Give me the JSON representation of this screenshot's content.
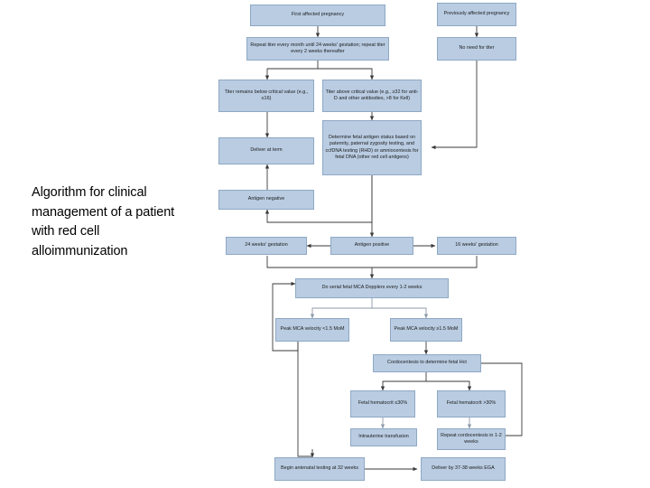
{
  "caption": {
    "text": "Algorithm for clinical management of a patient with red cell alloimmunization"
  },
  "theme": {
    "node_fill": "#b9cce2",
    "node_border": "#8fa8c4",
    "connector": "#3a3a3a",
    "connector_light": "#9aa7b4",
    "background": "#ffffff",
    "text": "#1b1b1b"
  },
  "diagram": {
    "title": "Algorithm for clinical management of a patient with red cell alloimmunization",
    "type": "flowchart",
    "nodes": [
      {
        "id": "first_affected",
        "label": "First affected pregnancy"
      },
      {
        "id": "prev_affected",
        "label": "Previously affected pregnancy"
      },
      {
        "id": "repeat_titer",
        "label": "Repeat titer every month until 24 weeks' gestation; repeat titer every 2 weeks thereafter"
      },
      {
        "id": "no_titer",
        "label": "No need for titer"
      },
      {
        "id": "titer_below",
        "label": "Titer remains below critical value (e.g., ≤16)"
      },
      {
        "id": "titer_above",
        "label": "Titer above critical value (e.g., ≥32 for anti-D and other antibodies, >8 for Kell)"
      },
      {
        "id": "determine_antigen",
        "label": "Determine fetal antigen status based on paternity, paternal zygosity testing, and ccfDNA testing (RHD) or amniocentesis for fetal DNA (other red cell antigens)"
      },
      {
        "id": "deliver_term",
        "label": "Deliver at term"
      },
      {
        "id": "antigen_negative",
        "label": "Antigen negative"
      },
      {
        "id": "weeks_24",
        "label": "24 weeks' gestation"
      },
      {
        "id": "antigen_positive",
        "label": "Antigen positive"
      },
      {
        "id": "weeks_16",
        "label": "16 weeks' gestation"
      },
      {
        "id": "serial_mca",
        "label": "Do serial fetal MCA Dopplers every 1-2 weeks"
      },
      {
        "id": "mca_low",
        "label": "Peak MCA velocity <1.5 MoM"
      },
      {
        "id": "mca_high",
        "label": "Peak MCA velocity ≥1.5 MoM"
      },
      {
        "id": "cordocentesis",
        "label": "Cordocentesis to determine fetal Hct"
      },
      {
        "id": "hct_low",
        "label": "Fetal hematocrit ≤30%"
      },
      {
        "id": "hct_high",
        "label": "Fetal hematocrit >30%"
      },
      {
        "id": "iut",
        "label": "Intrauterine transfusion"
      },
      {
        "id": "repeat_cordo",
        "label": "Repeat cordocentesis in 1-2 weeks"
      },
      {
        "id": "antenatal_testing",
        "label": "Begin antenatal testing at 32 weeks"
      },
      {
        "id": "deliver_37",
        "label": "Deliver by 37-38 weeks EGA"
      }
    ],
    "edges": [
      {
        "from": "first_affected",
        "to": "repeat_titer"
      },
      {
        "from": "prev_affected",
        "to": "no_titer"
      },
      {
        "from": "repeat_titer",
        "to": "titer_below"
      },
      {
        "from": "repeat_titer",
        "to": "titer_above"
      },
      {
        "from": "no_titer",
        "to": "determine_antigen"
      },
      {
        "from": "titer_below",
        "to": "deliver_term"
      },
      {
        "from": "titer_above",
        "to": "determine_antigen"
      },
      {
        "from": "antigen_negative",
        "to": "deliver_term"
      },
      {
        "from": "determine_antigen",
        "to": "antigen_negative"
      },
      {
        "from": "determine_antigen",
        "to": "antigen_positive"
      },
      {
        "from": "antigen_positive",
        "to": "weeks_24"
      },
      {
        "from": "antigen_positive",
        "to": "weeks_16"
      },
      {
        "from": "weeks_24",
        "to": "serial_mca"
      },
      {
        "from": "weeks_16",
        "to": "serial_mca"
      },
      {
        "from": "serial_mca",
        "to": "mca_low"
      },
      {
        "from": "serial_mca",
        "to": "mca_high"
      },
      {
        "from": "mca_low",
        "to": "serial_mca"
      },
      {
        "from": "mca_low",
        "to": "antenatal_testing"
      },
      {
        "from": "mca_high",
        "to": "cordocentesis"
      },
      {
        "from": "cordocentesis",
        "to": "hct_low"
      },
      {
        "from": "cordocentesis",
        "to": "hct_high"
      },
      {
        "from": "hct_low",
        "to": "iut"
      },
      {
        "from": "hct_high",
        "to": "repeat_cordo"
      },
      {
        "from": "repeat_cordo",
        "to": "cordocentesis"
      },
      {
        "from": "antenatal_testing",
        "to": "deliver_37"
      }
    ]
  }
}
